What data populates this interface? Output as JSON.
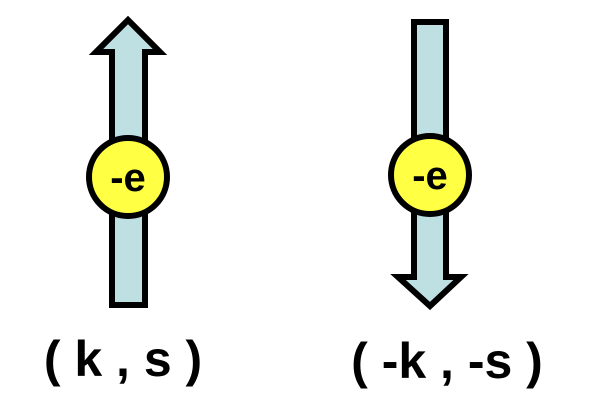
{
  "colors": {
    "arrow_fill": "#bfe0e2",
    "electron_fill": "#ffff44",
    "outline": "#000000",
    "background": "#ffffff"
  },
  "electron_left": {
    "charge": "-e",
    "spin": "up",
    "label": "( k , s )"
  },
  "electron_right": {
    "charge": "-e",
    "spin": "down",
    "label": "( -k , -s )"
  }
}
